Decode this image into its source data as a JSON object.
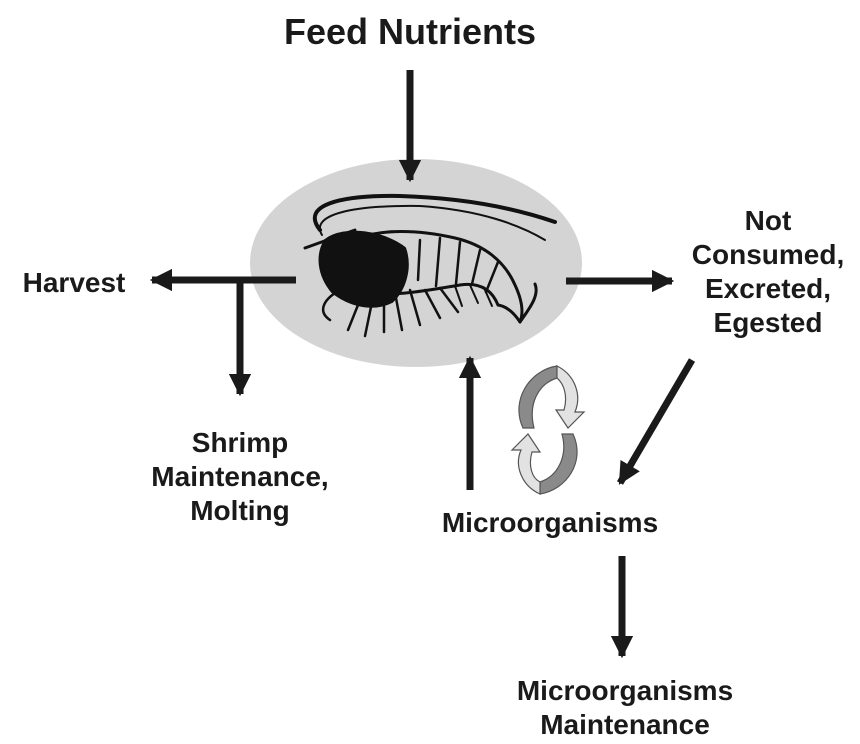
{
  "diagram": {
    "title": "Feed Nutrients",
    "nodes": {
      "harvest": "Harvest",
      "shrimp_maintenance": [
        "Shrimp",
        "Maintenance,",
        "Molting"
      ],
      "not_consumed": [
        "Not",
        "Consumed,",
        "Excreted,",
        "Egested"
      ],
      "microorganisms": "Microorganisms",
      "micro_maintenance": [
        "Microorganisms",
        "Maintenance"
      ]
    },
    "center_icon": "shrimp-icon",
    "cycle_icon": "recycle-arrows-icon",
    "colors": {
      "ellipse_fill": "#d4d4d4",
      "arrow": "#1a1a1a",
      "text": "#1a1a1a",
      "cycle_dark": "#8a8a8a",
      "cycle_light": "#e2e2e2"
    }
  }
}
